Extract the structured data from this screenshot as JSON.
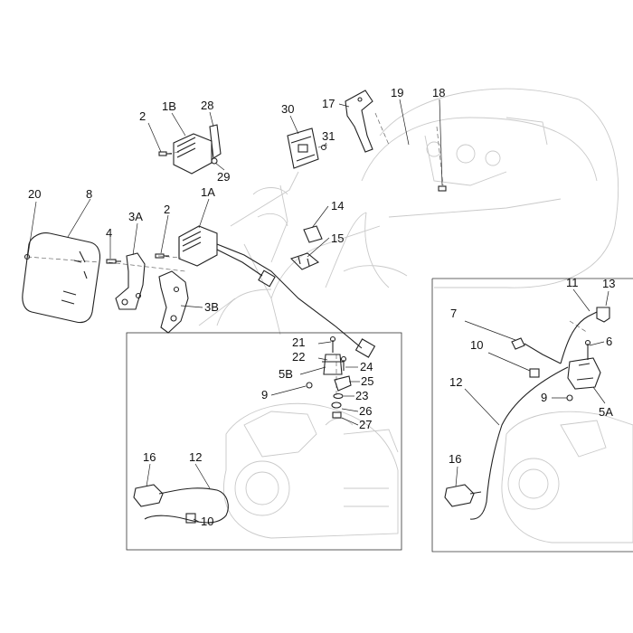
{
  "labels": {
    "l2a": "2",
    "l1b": "1B",
    "l28": "28",
    "l29": "29",
    "l30": "30",
    "l31": "31",
    "l17": "17",
    "l19": "19",
    "l18": "18",
    "l20": "20",
    "l8": "8",
    "l4": "4",
    "l3a": "3A",
    "l2b": "2",
    "l1a": "1A",
    "l3b": "3B",
    "l14": "14",
    "l15": "15",
    "l21": "21",
    "l22": "22",
    "l5b": "5B",
    "l24": "24",
    "l25": "25",
    "l9a": "9",
    "l23": "23",
    "l26": "26",
    "l27": "27",
    "l16a": "16",
    "l12a": "12",
    "l10a": "10",
    "l7": "7",
    "l11": "11",
    "l13": "13",
    "l10b": "10",
    "l6": "6",
    "l12b": "12",
    "l9b": "9",
    "l5a": "5A",
    "l16b": "16"
  }
}
